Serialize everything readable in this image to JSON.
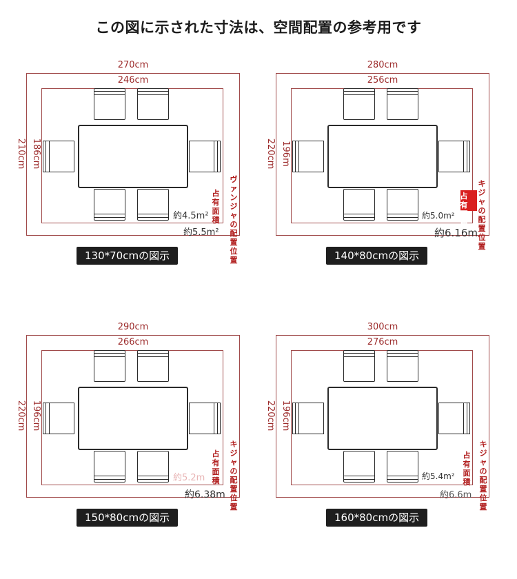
{
  "title": "この図に示された寸法は、空間配置の参考用です",
  "colors": {
    "dimension": "#9c2b2b",
    "frame": "#a04a4a",
    "label_red": "#b22020",
    "caption_bg": "#1e1e1e"
  },
  "panels": [
    {
      "outer_w": "270cm",
      "inner_w": "246cm",
      "outer_h": "210cm",
      "inner_h": "186cm",
      "area_inner": "約4.5m²",
      "area_outer": "約5.5m²",
      "occupied_label": "占有面積",
      "chair_label": "ヴァンジャの配置位置",
      "caption": "130*70cmの図示"
    },
    {
      "outer_w": "280cm",
      "inner_w": "256cm",
      "outer_h": "220cm",
      "inner_h": "196m",
      "area_inner": "約5.0m²",
      "area_outer": "約6.16m",
      "occupied_label": "占有面積",
      "chair_label": "キジャの配置位置",
      "caption": "140*80cmの図示"
    },
    {
      "outer_w": "290cm",
      "inner_w": "266cm",
      "outer_h": "220cm",
      "inner_h": "196cm",
      "area_inner": "約5.2m",
      "area_outer": "約6.38m",
      "occupied_label": "占有面積",
      "chair_label": "キジャの配置位置",
      "caption": "150*80cmの図示"
    },
    {
      "outer_w": "300cm",
      "inner_w": "276cm",
      "outer_h": "220cm",
      "inner_h": "196cm",
      "area_inner": "約5.4m²",
      "area_outer": "約6.6m",
      "occupied_label": "占有面積",
      "chair_label": "キジャの配置位置",
      "caption": "160*80cmの図示"
    }
  ]
}
